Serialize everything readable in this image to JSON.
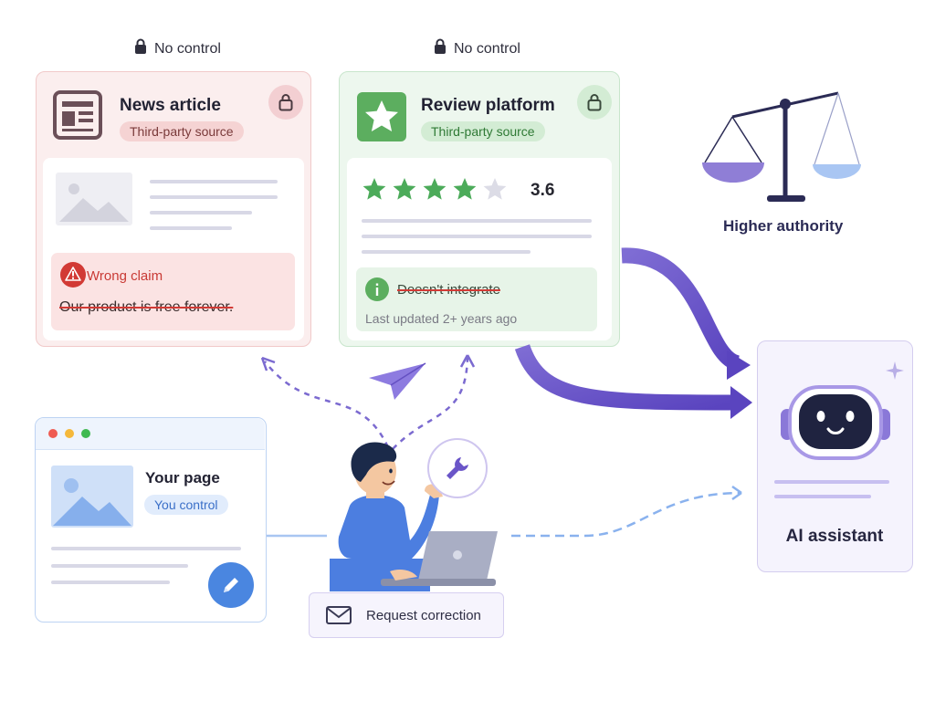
{
  "top_notes": {
    "left": "No control",
    "right": "No control"
  },
  "news": {
    "title": "News article",
    "tag": "Third-party source",
    "warning_label": "Wrong claim",
    "claim": "Our product is free forever."
  },
  "review": {
    "title": "Review platform",
    "tag": "Third-party source",
    "rating": "3.6",
    "stars_filled": 4,
    "stars_total": 5,
    "struck_text": "Doesn't integrate",
    "updated": "Last updated 2+ years ago"
  },
  "authority": {
    "label": "Higher authority"
  },
  "your_page": {
    "title": "Your page",
    "tag": "You control"
  },
  "request": {
    "label": "Request correction"
  },
  "assistant": {
    "label": "AI assistant"
  },
  "colors": {
    "purple": "#6a55c8",
    "red": "#d23a35",
    "green": "#4cab5a",
    "blue": "#4a86e0"
  }
}
